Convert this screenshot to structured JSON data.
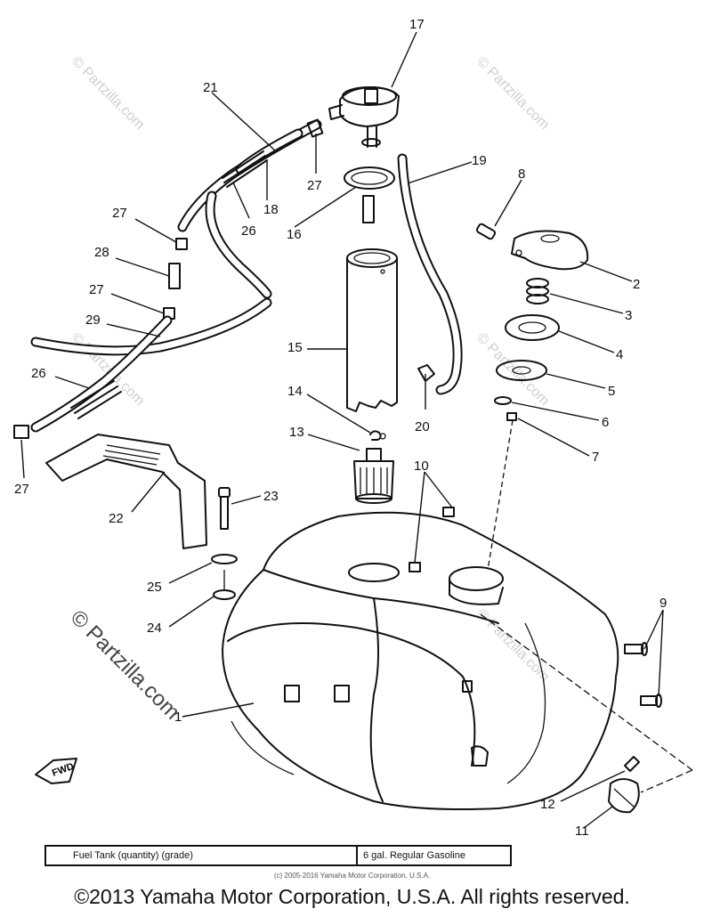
{
  "diagram": {
    "callouts": {
      "c1": "1",
      "c2": "2",
      "c3": "3",
      "c4": "4",
      "c5": "5",
      "c6": "6",
      "c7": "7",
      "c8": "8",
      "c9": "9",
      "c10": "10",
      "c11": "11",
      "c12": "12",
      "c13": "13",
      "c14": "14",
      "c15": "15",
      "c16": "16",
      "c17": "17",
      "c18": "18",
      "c19": "19",
      "c20": "20",
      "c21": "21",
      "c22": "22",
      "c23": "23",
      "c24": "24",
      "c25": "25",
      "c26a": "26",
      "c26b": "26",
      "c27a": "27",
      "c27b": "27",
      "c27c": "27",
      "c27d": "27",
      "c28": "28",
      "c29": "29"
    },
    "fwd_label": "FWD",
    "watermark": "© Partzilla.com"
  },
  "spec_table": {
    "label": "Fuel Tank (quantity) (grade)",
    "value": "6 gal. Regular Gasoline"
  },
  "small_copyright": "(c) 2005-2016 Yamaha Motor Corporation, U.S.A.",
  "copyright": "©2013 Yamaha Motor Corporation, U.S.A. All rights reserved."
}
